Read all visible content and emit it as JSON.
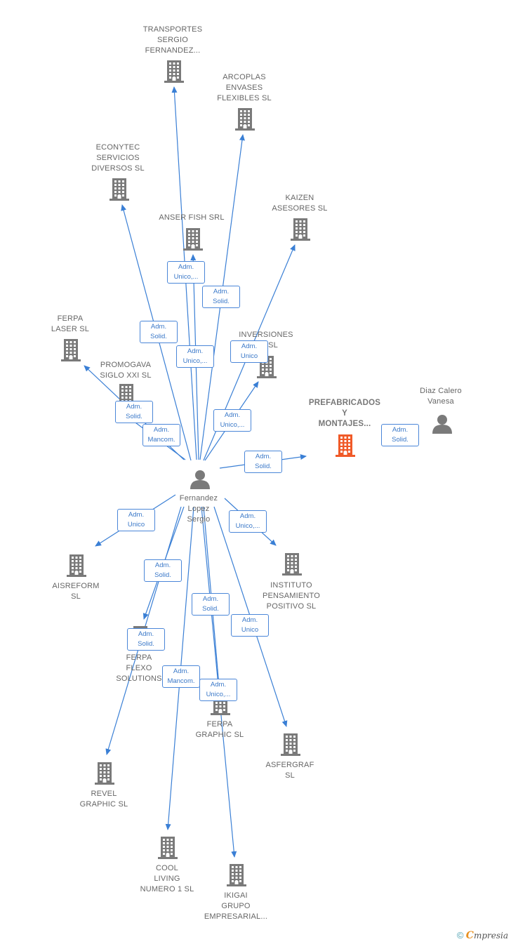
{
  "colors": {
    "edge": "#3a7fd5",
    "company": "#7a7a7a",
    "focus": "#f05a28",
    "person": "#7a7a7a"
  },
  "nodes": [
    {
      "id": "transportes",
      "type": "company",
      "label": [
        "TRANSPORTES",
        "SERGIO",
        "FERNANDEZ..."
      ]
    },
    {
      "id": "arcoplas",
      "type": "company",
      "label": [
        "ARCOPLAS",
        "ENVASES",
        "FLEXIBLES  SL"
      ]
    },
    {
      "id": "econytec",
      "type": "company",
      "label": [
        "ECONYTEC",
        "SERVICIOS",
        "DIVERSOS SL"
      ]
    },
    {
      "id": "anser",
      "type": "company",
      "label": [
        "ANSER FISH SRL"
      ]
    },
    {
      "id": "kaizen",
      "type": "company",
      "label": [
        "KAIZEN",
        "ASESORES  SL"
      ]
    },
    {
      "id": "ferpa_laser",
      "type": "company",
      "label": [
        "FERPA",
        "LASER  SL"
      ]
    },
    {
      "id": "inversiones",
      "type": "company",
      "label": [
        "INVERSIONES",
        "RO  SL"
      ]
    },
    {
      "id": "promogava",
      "type": "company",
      "label": [
        "PROMOGAVA",
        "SIGLO XXI  SL"
      ]
    },
    {
      "id": "prefabricados",
      "type": "focus",
      "label": [
        "PREFABRICADOS",
        "Y",
        "MONTAJES..."
      ]
    },
    {
      "id": "diaz",
      "type": "person",
      "label": [
        "Diaz Calero",
        "Vanesa"
      ]
    },
    {
      "id": "fernandez",
      "type": "person",
      "label": [
        "Fernandez",
        "Lopez",
        "Sergio"
      ]
    },
    {
      "id": "aisreform",
      "type": "company",
      "label": [
        "AISREFORM",
        "SL"
      ]
    },
    {
      "id": "instituto",
      "type": "company",
      "label": [
        "INSTITUTO",
        "PENSAMIENTO",
        "POSITIVO SL"
      ]
    },
    {
      "id": "ferpa_flexo",
      "type": "company",
      "label": [
        "FERPA",
        "FLEXO",
        "SOLUTIONS"
      ]
    },
    {
      "id": "ferpa_graphic",
      "type": "company",
      "label": [
        "FERPA",
        "GRAPHIC SL"
      ]
    },
    {
      "id": "asfergraf",
      "type": "company",
      "label": [
        "ASFERGRAF",
        "SL"
      ]
    },
    {
      "id": "revel",
      "type": "company",
      "label": [
        "REVEL",
        "GRAPHIC  SL"
      ]
    },
    {
      "id": "cool",
      "type": "company",
      "label": [
        "COOL",
        "LIVING",
        "NUMERO 1  SL"
      ]
    },
    {
      "id": "ikigai",
      "type": "company",
      "label": [
        "IKIGAI",
        "GRUPO",
        "EMPRESARIAL..."
      ]
    }
  ],
  "edges": [
    {
      "from": "fernandez",
      "to": "transportes",
      "badge": [
        "Adm.",
        "Unico,..."
      ]
    },
    {
      "from": "fernandez",
      "to": "arcoplas",
      "badge": [
        "Adm.",
        "Solid."
      ]
    },
    {
      "from": "fernandez",
      "to": "econytec",
      "badge": [
        "Adm.",
        "Solid."
      ]
    },
    {
      "from": "fernandez",
      "to": "anser",
      "badge": [
        "Adm.",
        "Unico,..."
      ]
    },
    {
      "from": "fernandez",
      "to": "kaizen",
      "badge": [
        "Adm.",
        "Unico"
      ]
    },
    {
      "from": "fernandez",
      "to": "ferpa_laser",
      "badge": [
        "Adm.",
        "Solid."
      ]
    },
    {
      "from": "fernandez",
      "to": "inversiones",
      "badge": [
        "Adm.",
        "Unico,..."
      ]
    },
    {
      "from": "fernandez",
      "to": "promogava",
      "badge": [
        "Adm.",
        "Mancom."
      ]
    },
    {
      "from": "fernandez",
      "to": "prefabricados",
      "badge": [
        "Adm.",
        "Solid."
      ]
    },
    {
      "from": "diaz",
      "to": "prefabricados",
      "badge": [
        "Adm.",
        "Solid."
      ]
    },
    {
      "from": "fernandez",
      "to": "aisreform",
      "badge": [
        "Adm.",
        "Unico"
      ]
    },
    {
      "from": "fernandez",
      "to": "instituto",
      "badge": [
        "Adm.",
        "Unico,..."
      ]
    },
    {
      "from": "fernandez",
      "to": "ferpa_flexo",
      "badge": [
        "Adm.",
        "Solid."
      ]
    },
    {
      "from": "fernandez",
      "to": "ferpa_graphic",
      "badge": [
        "Adm.",
        "Solid."
      ]
    },
    {
      "from": "fernandez",
      "to": "asfergraf",
      "badge": [
        "Adm.",
        "Unico"
      ]
    },
    {
      "from": "fernandez",
      "to": "revel",
      "badge": [
        "Adm.",
        "Solid."
      ]
    },
    {
      "from": "fernandez",
      "to": "cool",
      "badge": [
        "Adm.",
        "Mancom."
      ]
    },
    {
      "from": "fernandez",
      "to": "ikigai",
      "badge": [
        "Adm.",
        "Unico,..."
      ]
    }
  ],
  "footer": {
    "copyright": "©",
    "brand_initial": "C",
    "brand_rest": "mpresia"
  }
}
